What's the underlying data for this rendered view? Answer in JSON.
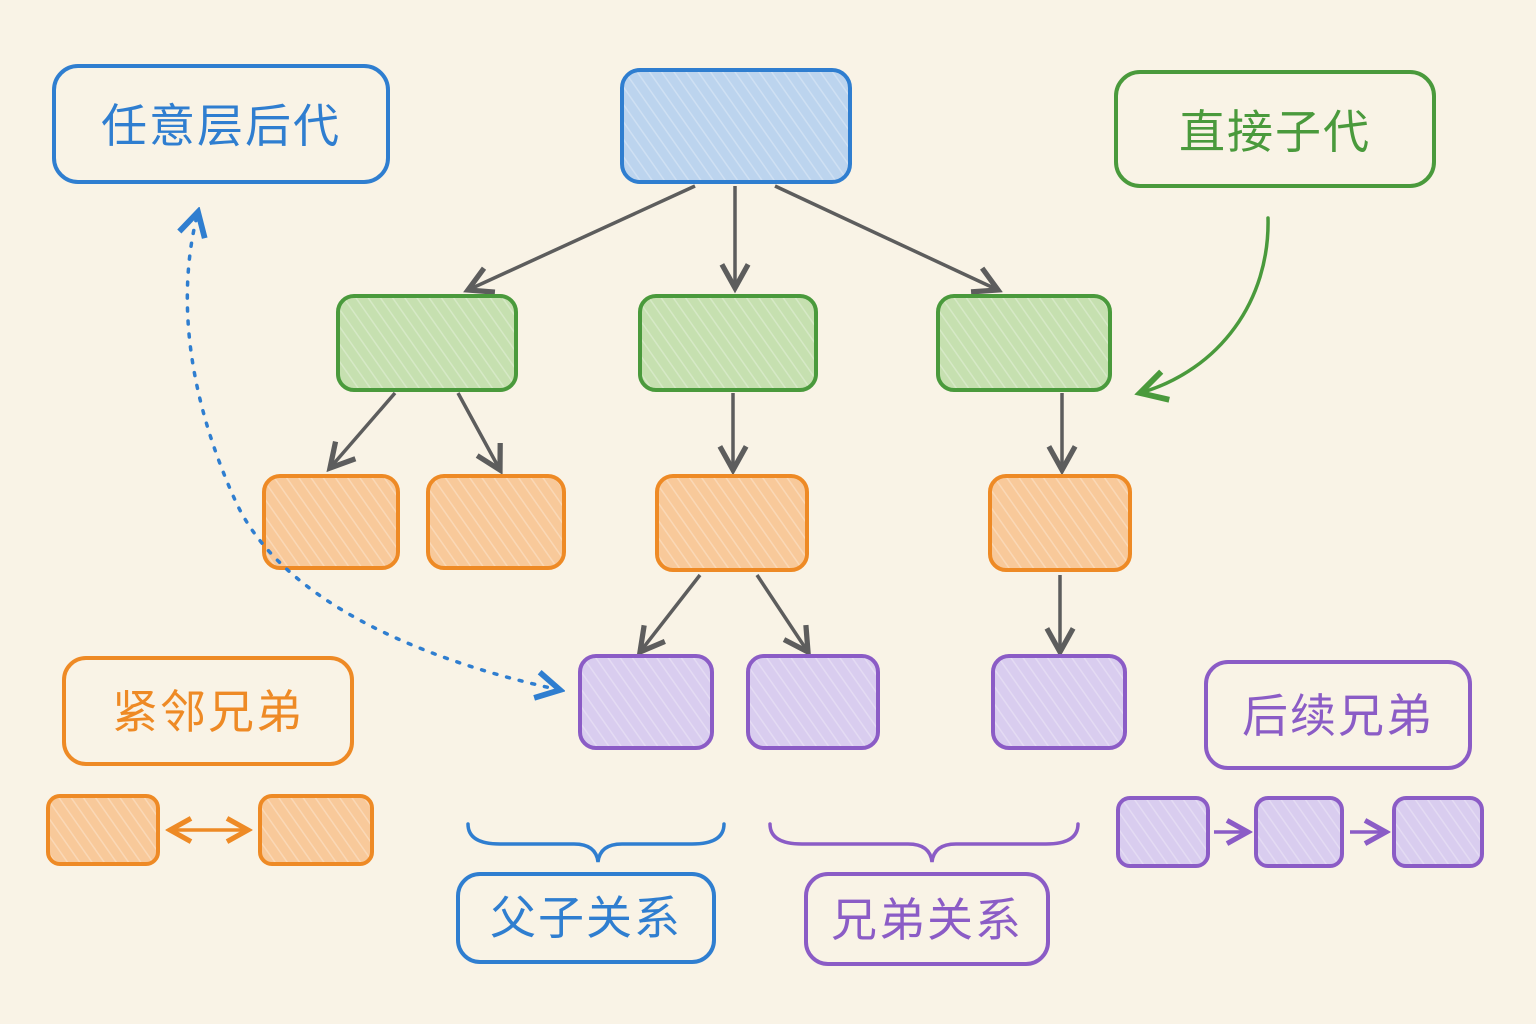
{
  "labels": {
    "any_descendant": "任意层后代",
    "direct_child": "直接子代",
    "adjacent_sibling": "紧邻兄弟",
    "general_sibling": "后续兄弟",
    "parent_child": "父子关系",
    "sibling": "兄弟关系"
  },
  "colors": {
    "blue": "#2f7ed0",
    "green": "#4a9a3c",
    "orange": "#ee8a25",
    "purple": "#8b5cc6",
    "edge": "#5d5d5d",
    "background": "#f9f3e6"
  }
}
